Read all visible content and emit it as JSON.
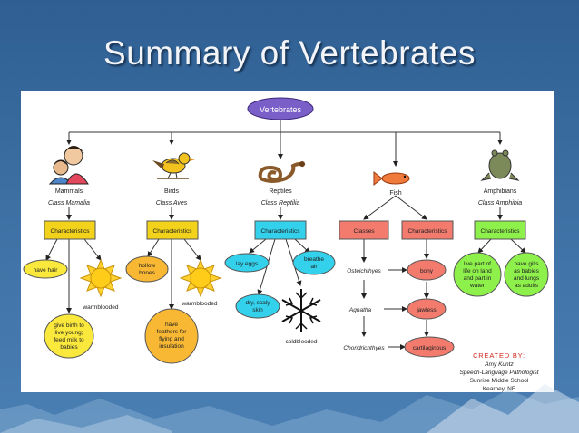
{
  "slide": {
    "title": "Summary of Vertebrates"
  },
  "root": {
    "label": "Vertebrates"
  },
  "groups": {
    "mammals": {
      "name": "Mammals",
      "cls": "Class Mamalia",
      "box": "Characteristics",
      "facts": [
        "have hair",
        "warmblooded",
        "give birth to",
        "live young;",
        "feed milk to",
        "babies"
      ]
    },
    "birds": {
      "name": "Birds",
      "cls": "Class Aves",
      "box": "Characteristics",
      "facts": [
        "hollow",
        "bones",
        "warmblooded",
        "have",
        "feathers for",
        "flying and",
        "insulation"
      ]
    },
    "reptiles": {
      "name": "Reptiles",
      "cls": "Class Reptilia",
      "box": "Characteristics",
      "facts": [
        "lay eggs",
        "breathe",
        "air",
        "dry, scaly",
        "skin",
        "coldblooded"
      ]
    },
    "fish": {
      "name": "Fish",
      "box1": "Classes",
      "box2": "Characteristics",
      "classes": [
        "Osteichthyes",
        "Agnatha",
        "Chondrichthyes"
      ],
      "facts": [
        "bony",
        "jawless",
        "cartilaginous"
      ]
    },
    "amphibians": {
      "name": "Amphibians",
      "cls": "Class Amphibia",
      "box": "Characteristics",
      "facts": [
        "live part of",
        "life on land",
        "and part in",
        "water",
        "have gills",
        "as babies",
        "and lungs",
        "as adults"
      ]
    }
  },
  "credits": {
    "heading": "CREATED BY:",
    "lines": [
      "Amy Kuntz",
      "Speech-Language Pathologist",
      "Sunrise Middle School",
      "Kearney, NE"
    ]
  },
  "colors": {
    "background": "#3d6fa3",
    "root": "#7b5fc9",
    "yellow_box": "#f2d21a",
    "yellow_oval": "#fbe83c",
    "orange_oval": "#f9b834",
    "cyan": "#33d1ec",
    "salmon": "#f27b6e",
    "green": "#8ef04b",
    "credit_red": "#d2281e"
  }
}
